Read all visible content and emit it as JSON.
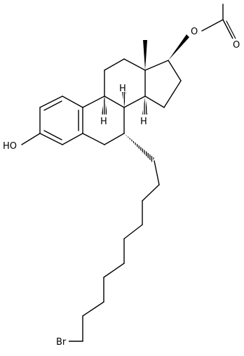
{
  "diagram": {
    "atoms": {
      "hydroxyl": "HO",
      "ester_oxygen": "O",
      "carbonyl_oxygen": "O",
      "bromine": "Br"
    },
    "stereo_hydrogens": {
      "c9": "H",
      "c8": "H",
      "c14": "H"
    },
    "colors": {
      "bond": "#000000",
      "background": "#ffffff"
    }
  }
}
